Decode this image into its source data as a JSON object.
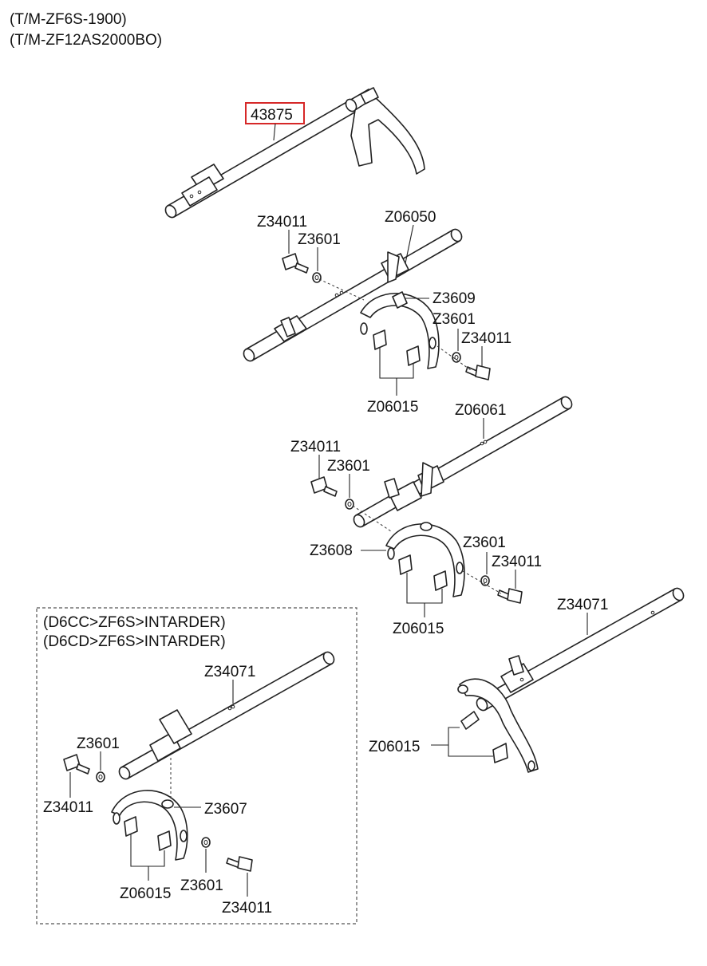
{
  "header": {
    "line1": "(T/M-ZF6S-1900)",
    "line2": "(T/M-ZF12AS2000BO)"
  },
  "highlight_color": "#d62828",
  "parts": {
    "p43875": "43875",
    "z34011": "Z34011",
    "z3601": "Z3601",
    "z06050": "Z06050",
    "z3609": "Z3609",
    "z06015": "Z06015",
    "z06061": "Z06061",
    "z3608": "Z3608",
    "z34071": "Z34071",
    "z3607": "Z3607"
  },
  "inset": {
    "line1": "(D6CC>ZF6S>INTARDER)",
    "line2": "(D6CD>ZF6S>INTARDER)"
  }
}
